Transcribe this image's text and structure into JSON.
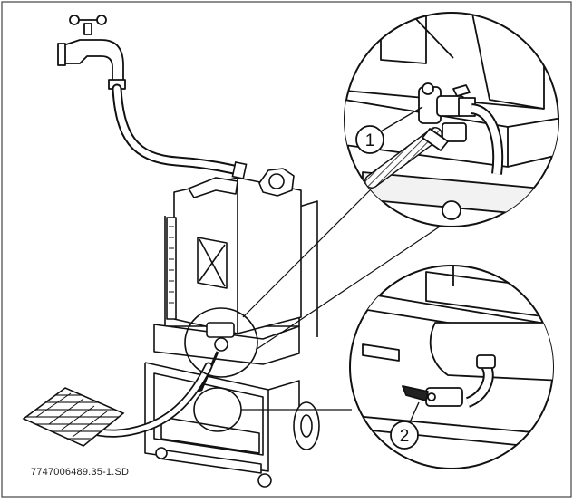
{
  "figure": {
    "reference_code": "7747006489.35-1.SD",
    "callouts": [
      {
        "label": "1",
        "description": "fill valve with hose connection"
      },
      {
        "label": "2",
        "description": "drain valve"
      }
    ]
  },
  "colors": {
    "line": "#111111",
    "frame": "#444444",
    "background": "#ffffff",
    "shade": "#d9d9d9"
  },
  "icons": {
    "tap": "water-tap-icon",
    "tank": "water-canister-icon",
    "drain": "floor-drain-icon"
  }
}
